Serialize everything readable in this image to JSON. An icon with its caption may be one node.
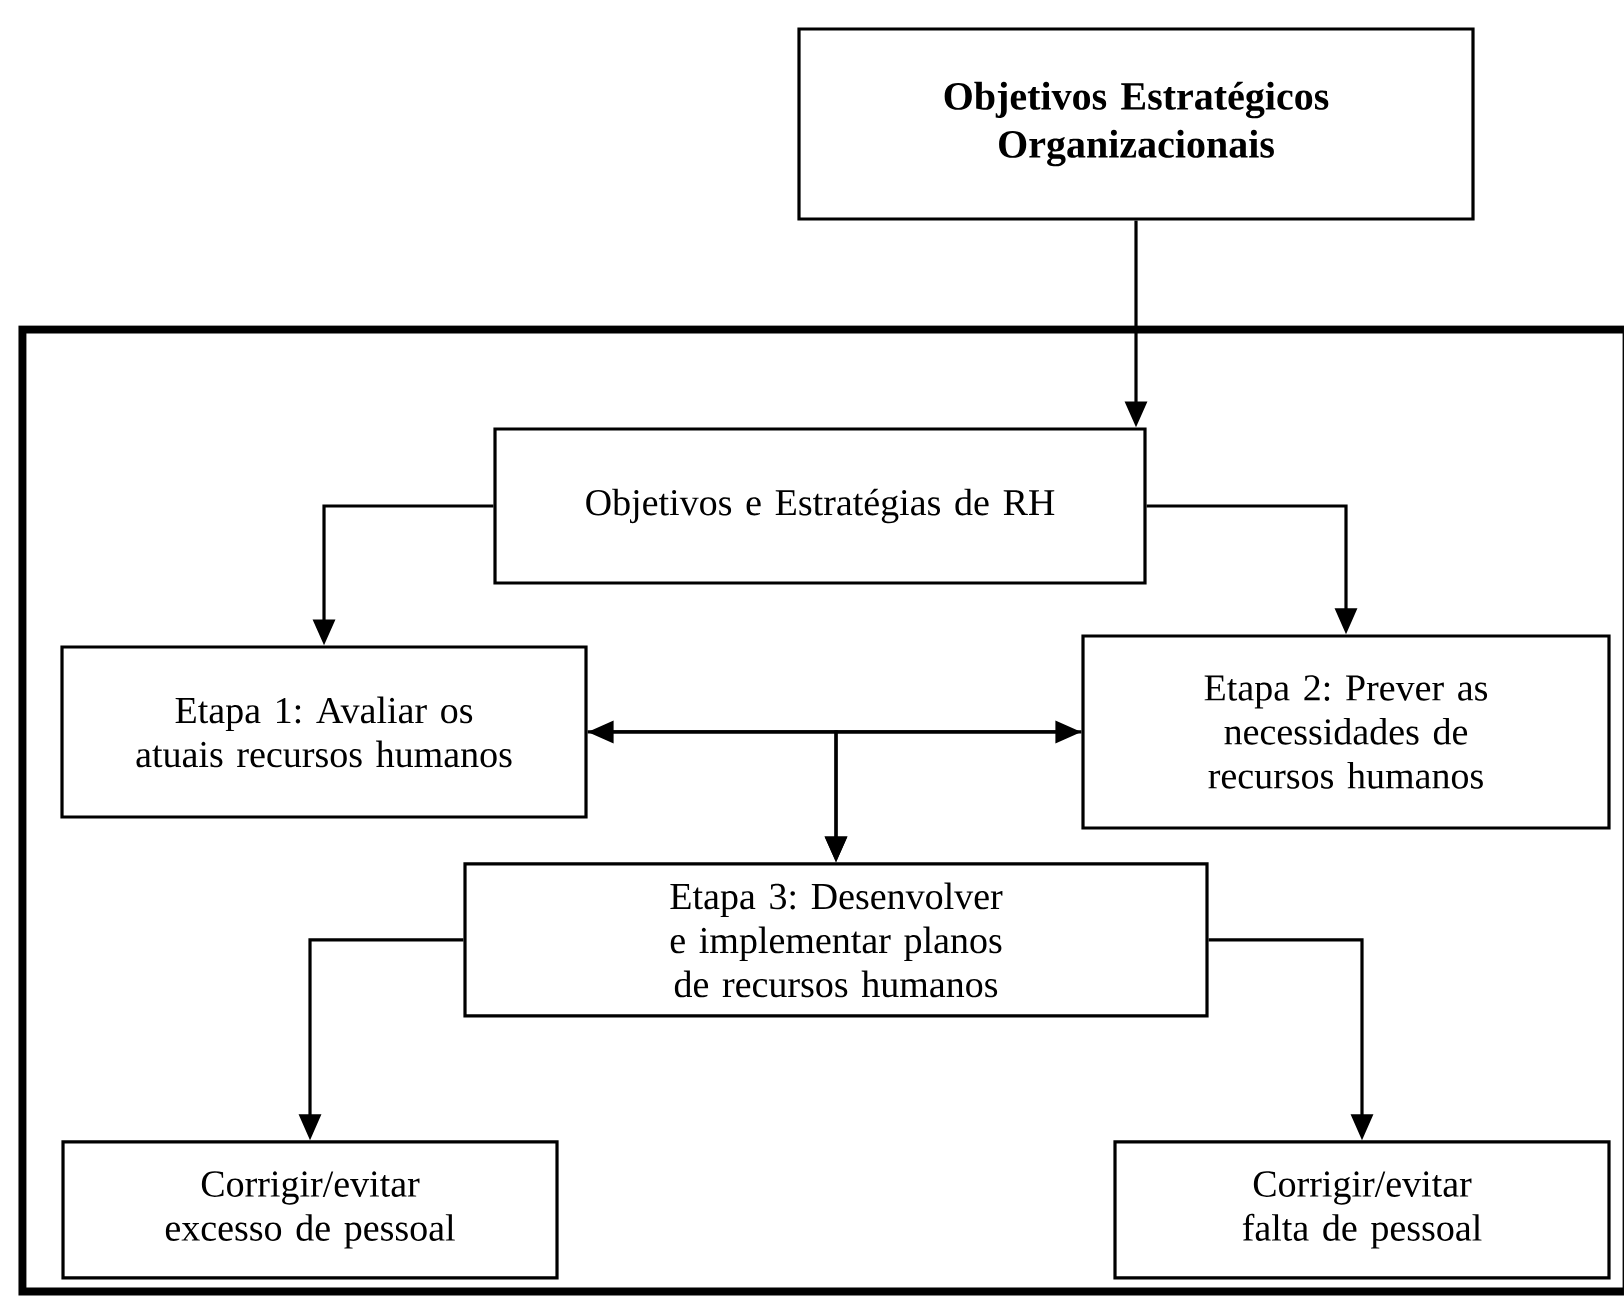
{
  "diagram": {
    "nodes": [
      {
        "text": [
          "Objetivos Estratégicos Organizacionais"
        ]
      },
      {
        "text": [],
        "shape": "box"
      },
      {
        "text": [
          "Objetivos e Estratégias de RH"
        ],
        "in": 1
      },
      {
        "text": [
          "Etapa 1: Avaliar os atuais recursos humanos"
        ],
        "in": 1
      },
      {
        "text": [
          "Etapa 2: Prever as necessidades de recursos humanos"
        ],
        "in": 1
      },
      {
        "text": [
          "Etapa 3: Desenvolver e implementar planos de recursos humanos"
        ],
        "in": 1
      },
      {
        "text": [
          "Corrigir/evitar excesso de pessoal"
        ],
        "in": 1
      },
      {
        "text": [
          "Corrigir/evitar falta de pessoal"
        ],
        "in": 1
      }
    ],
    "edges": [
      {
        "from": 0,
        "to": 2,
        "arrow": "to"
      },
      {
        "from": 2,
        "to": 3,
        "arrow": "to"
      },
      {
        "from": 2,
        "to": 4,
        "arrow": "to"
      },
      {
        "from": 3,
        "to": 4,
        "arrow": "both"
      },
      {
        "from": 3,
        "to": 5,
        "arrow": "to"
      },
      {
        "from": 4,
        "to": 5,
        "arrow": "to"
      },
      {
        "from": 5,
        "to": 6,
        "arrow": "to"
      },
      {
        "from": 5,
        "to": 7,
        "arrow": "to"
      }
    ]
  }
}
